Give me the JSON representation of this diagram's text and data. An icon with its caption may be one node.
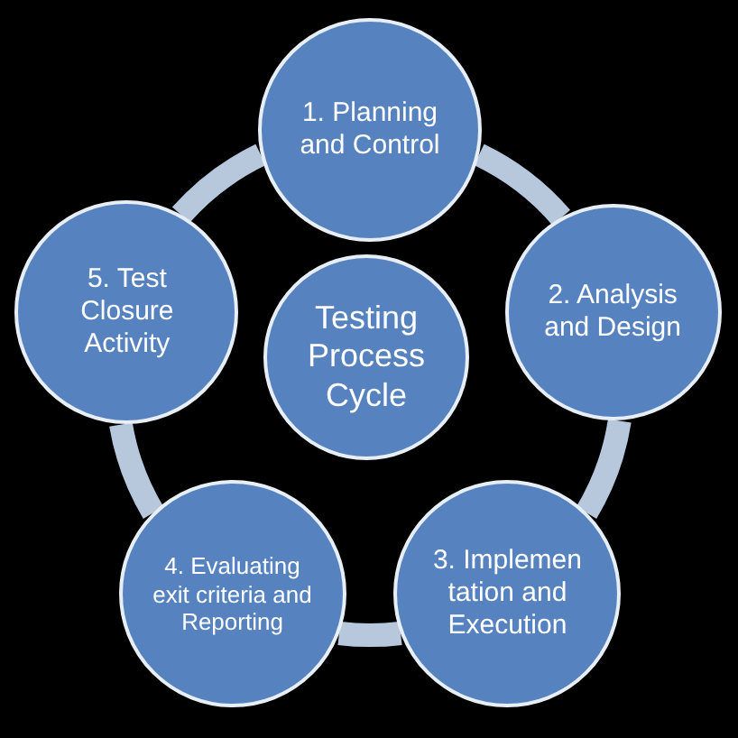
{
  "diagram": {
    "nodes": [
      {
        "text": [
          "1. Planning and Control"
        ]
      },
      {
        "text": [
          "2. Analysis and Design"
        ]
      },
      {
        "text": [
          "3. Implemen tation and Execution"
        ]
      },
      {
        "text": [
          "4. Evaluating exit criteria and Reporting"
        ]
      },
      {
        "text": [
          "5. Test Closure Activity"
        ]
      },
      {
        "text": [
          "Testing Process Cycle"
        ]
      }
    ],
    "edges": [
      {
        "from": 0,
        "to": 1,
        "arrow": "none"
      },
      {
        "from": 1,
        "to": 2,
        "arrow": "none"
      },
      {
        "from": 2,
        "to": 3,
        "arrow": "none"
      },
      {
        "from": 3,
        "to": 4,
        "arrow": "none"
      },
      {
        "from": 4,
        "to": 0,
        "arrow": "none"
      }
    ]
  }
}
